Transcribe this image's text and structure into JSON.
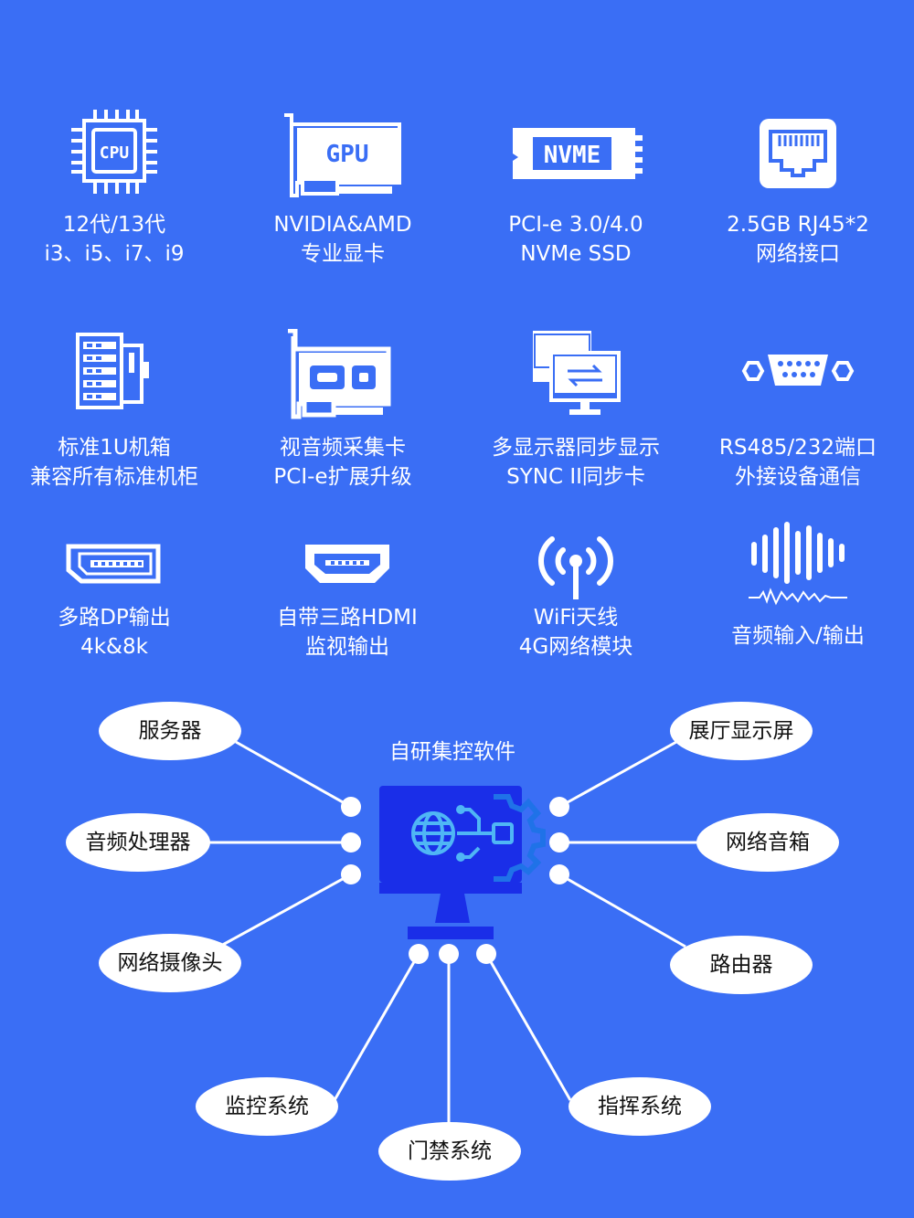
{
  "features": [
    {
      "icon": "cpu-chip-icon",
      "chip_text": "CPU",
      "line1": "12代/13代",
      "line2": "i3、i5、i7、i9"
    },
    {
      "icon": "gpu-card-icon",
      "chip_text": "GPU",
      "line1": "NVIDIA&AMD",
      "line2": "专业显卡"
    },
    {
      "icon": "nvme-ssd-icon",
      "chip_text": "NVME",
      "line1": "PCI-e 3.0/4.0",
      "line2": "NVMe SSD"
    },
    {
      "icon": "rj45-port-icon",
      "line1": "2.5GB RJ45*2",
      "line2": "网络接口"
    },
    {
      "icon": "server-rack-icon",
      "line1": "标准1U机箱",
      "line2": "兼容所有标准机柜"
    },
    {
      "icon": "capture-card-icon",
      "line1": "视音频采集卡",
      "line2": "PCI-e扩展升级"
    },
    {
      "icon": "multi-display-sync-icon",
      "line1": "多显示器同步显示",
      "line2": "SYNC II同步卡"
    },
    {
      "icon": "serial-port-icon",
      "line1": "RS485/232端口",
      "line2": "外接设备通信"
    },
    {
      "icon": "displayport-icon",
      "line1": "多路DP输出",
      "line2": "4k&8k"
    },
    {
      "icon": "hdmi-port-icon",
      "line1": "自带三路HDMI",
      "line2": "监视输出"
    },
    {
      "icon": "wifi-antenna-icon",
      "line1": "WiFi天线",
      "line2": "4G网络模块"
    },
    {
      "icon": "audio-wave-icon",
      "line1": "音频输入/输出"
    }
  ],
  "diagram": {
    "center_title": "自研集控软件",
    "center_icon": "control-software-monitor-icon",
    "nodes": {
      "server": "服务器",
      "audio_processor": "音频处理器",
      "network_camera": "网络摄像头",
      "monitoring_system": "监控系统",
      "access_control": "门禁系统",
      "command_system": "指挥系统",
      "exhibition_screen": "展厅显示屏",
      "network_speaker": "网络音箱",
      "router": "路由器"
    }
  },
  "colors": {
    "background": "#3a6ef5",
    "accent_dark": "#1a2ee8",
    "white": "#ffffff"
  }
}
